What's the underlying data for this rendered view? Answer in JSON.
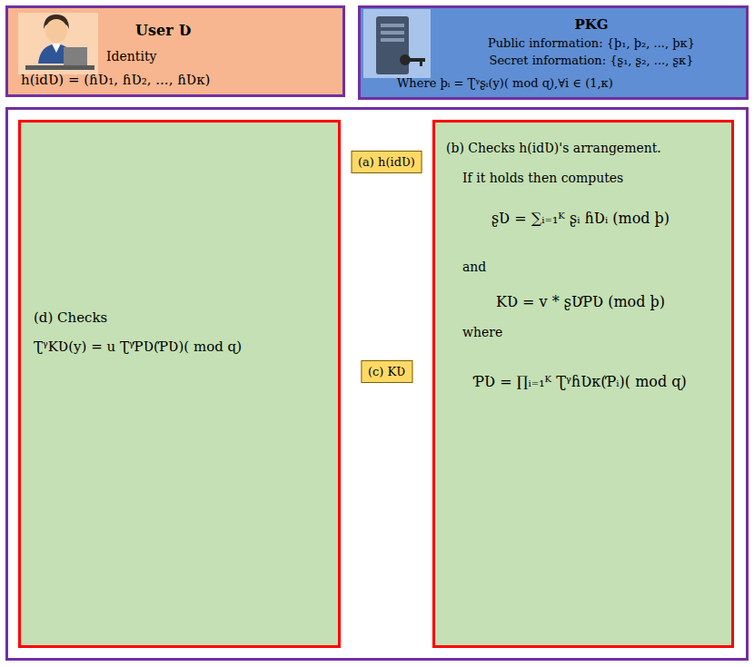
{
  "diagram": {
    "nodes": [
      {
        "text": [
          "User Ʋ",
          "Identity",
          "h(idƲ) = (ɦƲ₁, ɦƲ₂, ..., ɦƲκ)"
        ]
      },
      {
        "text": [
          "PKG",
          "Public information: {þ₁, þ₂, ..., þκ}",
          "Secret information: {ʂ₁, ʂ₂, ..., ʂκ}",
          "Where þᵢ = Ʈᵞʂᵢ(y)( mod ɋ),∀i ∈ (1,κ)"
        ]
      },
      {
        "text": []
      },
      {
        "text": [
          "(d) Checks",
          "ƮᵞKƲ(y) = u ƮᵞƤƲ(ƤƲ)( mod ɋ)"
        ],
        "in": 2
      },
      {
        "text": [
          "(b) Checks h(idƲ)'s arrangement.",
          "If it holds then computes",
          "ʂƲ = ∑ᵢ₌₁ᴷ ʂᵢ ɦƲᵢ (mod þ)",
          "and",
          "KƲ = v * ʂƲƤƲ (mod þ)",
          "where",
          "ƤƲ = ∏ᵢ₌₁ᴷ ƮᵞɦƲκ(Ƥᵢ)( mod ɋ)"
        ],
        "in": 2
      }
    ],
    "edges": [
      {
        "from": 3,
        "to": 4,
        "label": "(a) h(idƲ)",
        "arrow": "to"
      },
      {
        "from": 4,
        "to": 3,
        "label": "(c) KƲ",
        "arrow": "to"
      }
    ]
  }
}
